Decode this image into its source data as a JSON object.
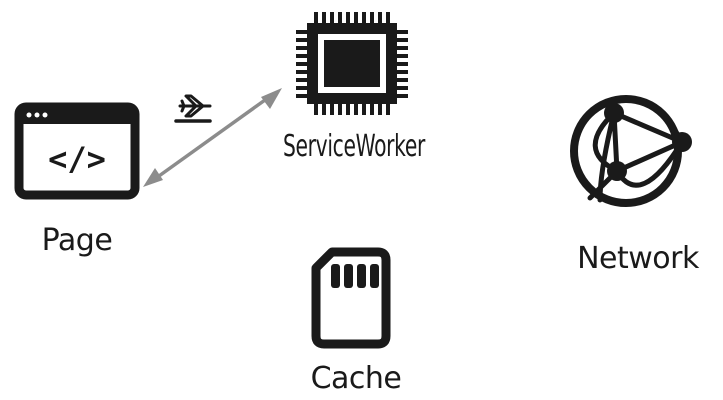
{
  "nodes": {
    "page": {
      "label": "Page",
      "icon": "code-window-icon",
      "glyph": "</>"
    },
    "service_worker": {
      "label": "ServiceWorker",
      "icon": "chip-icon"
    },
    "network": {
      "label": "Network",
      "icon": "network-globe-icon"
    },
    "cache": {
      "label": "Cache",
      "icon": "sd-card-icon"
    }
  },
  "connection": {
    "from": "page",
    "to": "service_worker",
    "style": "bidirectional-arrow",
    "annotation_icon": "airplane-mode-icon"
  },
  "colors": {
    "icon": "#1a1a1a",
    "arrow": "#8c8c8c",
    "background": "#ffffff"
  }
}
